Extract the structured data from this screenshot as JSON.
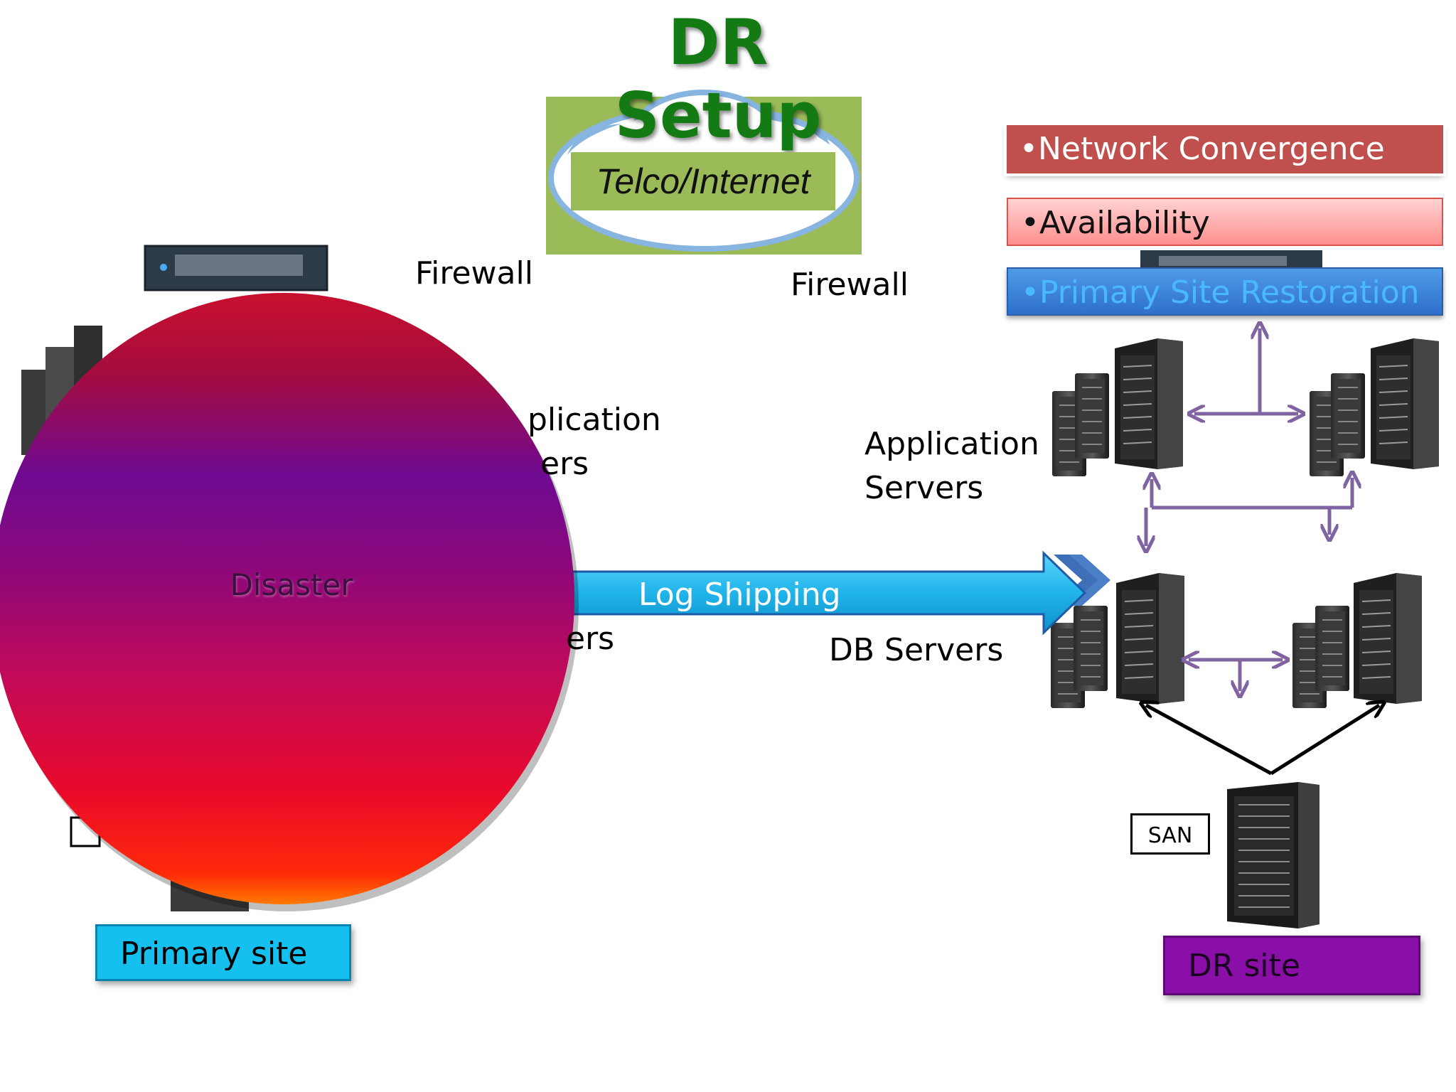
{
  "title": "DR Setup",
  "cloud": {
    "label": "Telco/Internet"
  },
  "labels": {
    "firewall_primary": "Firewall",
    "firewall_dr": "Firewall",
    "app_servers_primary_line1": "plication",
    "app_servers_primary_line2": "ers",
    "db_servers_primary": "ers",
    "app_servers_dr_line1": "Application",
    "app_servers_dr_line2": "Servers",
    "db_servers_dr": "DB Servers",
    "san": "SAN"
  },
  "bullets": [
    {
      "text": "•Network Convergence",
      "color": "#c0504d"
    },
    {
      "text": "•Availability",
      "color": "#ff9f9f"
    },
    {
      "text": "•Primary Site Restoration",
      "color": "#3d86d8"
    }
  ],
  "log_shipping": {
    "label": "Log Shipping",
    "color": "#1fb4ea"
  },
  "disaster": {
    "label": "Disaster"
  },
  "sites": {
    "primary": "Primary site",
    "dr": "DR site"
  },
  "colors": {
    "title": "#147a14",
    "cloud_bg": "#9bbb59",
    "connector": "#8064a2",
    "primary_site": "#16c0ee",
    "dr_site": "#8a0fa8"
  },
  "icons": [
    "server-rack-icon",
    "cloud-icon",
    "firewall-appliance-icon",
    "san-storage-icon"
  ]
}
